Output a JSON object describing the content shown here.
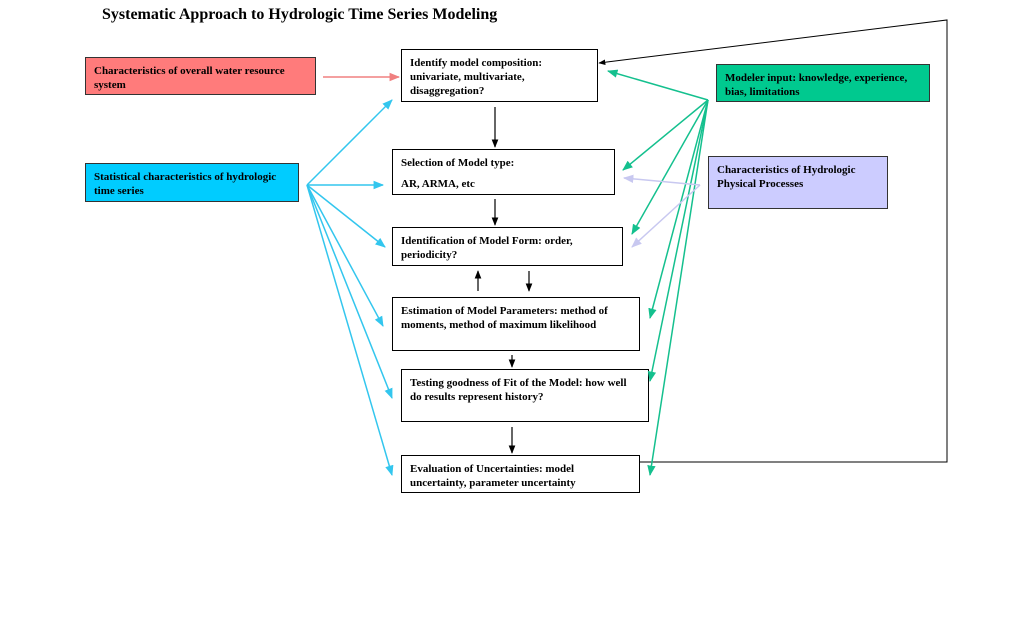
{
  "title": "Systematic Approach to Hydrologic Time Series Modeling",
  "inputs": {
    "water_resource": "Characteristics of overall water resource system",
    "statistical": "Statistical characteristics of hydrologic time series",
    "modeler": "Modeler input: knowledge, experience, bias, limitations",
    "physical": "Characteristics of Hydrologic Physical Processes"
  },
  "steps": {
    "composition": "Identify model composition: univariate, multivariate, disaggregation?",
    "selection_title": "Selection of Model type:",
    "selection_types": "AR, ARMA, etc",
    "form": "Identification of Model Form: order, periodicity?",
    "estimation": "Estimation of Model Parameters: method of moments, method of maximum likelihood",
    "testing": "Testing goodness of Fit of the Model: how well do results represent history?",
    "uncertainty": "Evaluation of Uncertainties: model uncertainty, parameter uncertainty"
  },
  "colors": {
    "water_resource": "#ff7b7b",
    "statistical": "#00ccff",
    "modeler": "#00c98f",
    "physical": "#ccccff",
    "arrow_cyan": "#33c6ee",
    "arrow_green": "#14c08e",
    "arrow_red": "#f08080",
    "arrow_lavender": "#c8c8f0"
  }
}
